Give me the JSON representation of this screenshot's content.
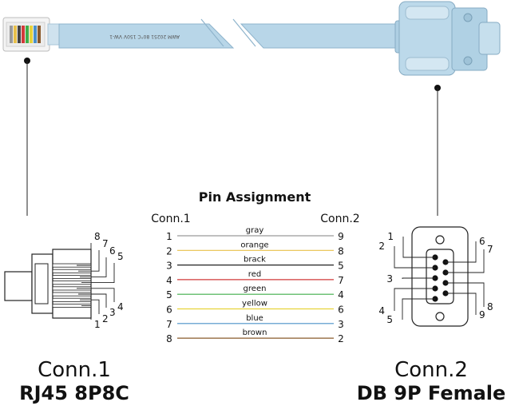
{
  "title": "Pin Assignment",
  "left_header": "Conn.1",
  "right_header": "Conn.2",
  "cable_print": "AWM 20251 80°C 150V VW-1",
  "wires": [
    {
      "left": "1",
      "color_name": "gray",
      "right": "9",
      "color": "#9a9a9a"
    },
    {
      "left": "2",
      "color_name": "orange",
      "right": "8",
      "color": "#e8c04a"
    },
    {
      "left": "3",
      "color_name": "brack",
      "right": "5",
      "color": "#222222"
    },
    {
      "left": "4",
      "color_name": "red",
      "right": "7",
      "color": "#d23a3a"
    },
    {
      "left": "5",
      "color_name": "green",
      "right": "4",
      "color": "#3fae49"
    },
    {
      "left": "6",
      "color_name": "yellow",
      "right": "6",
      "color": "#e6d23a"
    },
    {
      "left": "7",
      "color_name": "blue",
      "right": "3",
      "color": "#4a90c8"
    },
    {
      "left": "8",
      "color_name": "brown",
      "right": "2",
      "color": "#8a5a2b"
    }
  ],
  "rj45_pin_labels": [
    "8",
    "7",
    "6",
    "5",
    "4",
    "3",
    "2",
    "1"
  ],
  "db9_pin_labels": [
    "1",
    "2",
    "3",
    "4",
    "5",
    "6",
    "7",
    "8",
    "9"
  ],
  "conn1": {
    "label": "Conn.1",
    "type": "RJ45 8P8C"
  },
  "conn2": {
    "label": "Conn.2",
    "type": "DB 9P Female"
  },
  "colors": {
    "cable": "#b8d6e8",
    "cable_edge": "#8fb4cc",
    "line": "#222222"
  }
}
